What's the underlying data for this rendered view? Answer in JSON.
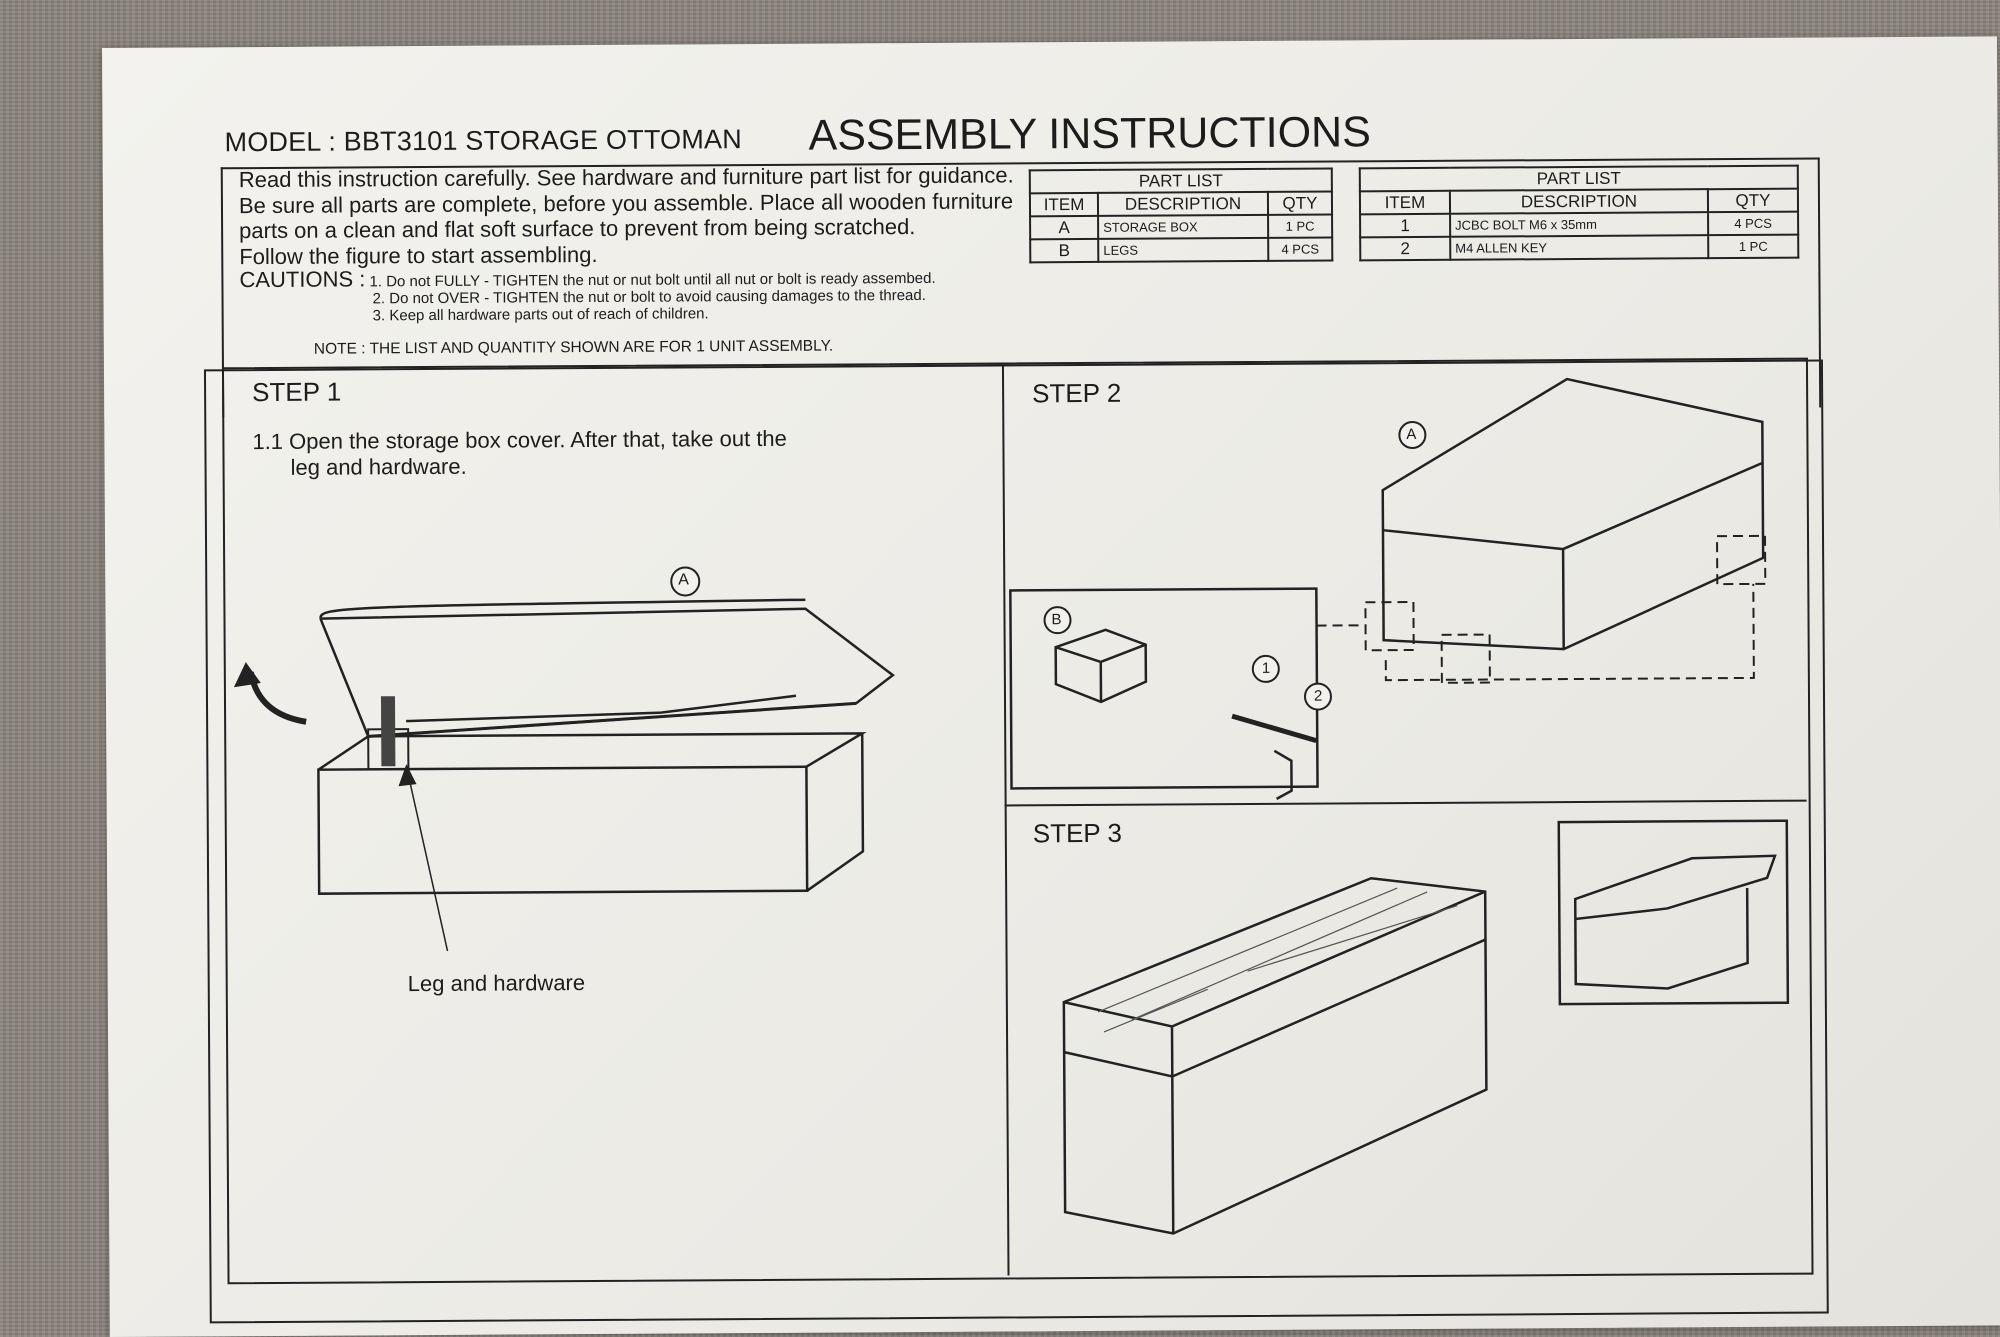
{
  "header": {
    "model": "MODEL : BBT3101 STORAGE OTTOMAN",
    "title": "ASSEMBLY INSTRUCTIONS",
    "intro": [
      "Read this instruction carefully. See hardware and furniture part list for guidance.",
      "Be sure all parts are complete, before you assemble. Place all wooden furniture",
      "parts on a clean and flat soft surface to prevent from being scratched.",
      "Follow the figure to start assembling."
    ],
    "cautions_label": "CAUTIONS :",
    "cautions": [
      "1. Do not FULLY - TIGHTEN the nut or nut bolt until all nut or bolt is ready assembed.",
      "2. Do not OVER - TIGHTEN the nut or bolt to avoid causing damages to the thread.",
      "3. Keep all hardware parts out of reach of children."
    ],
    "note": "NOTE :  THE LIST AND QUANTITY SHOWN ARE FOR 1 UNIT ASSEMBLY."
  },
  "part_list_furniture": {
    "title": "PART LIST",
    "columns": [
      "ITEM",
      "DESCRIPTION",
      "QTY"
    ],
    "rows": [
      [
        "A",
        "STORAGE BOX",
        "1 PC"
      ],
      [
        "B",
        "LEGS",
        "4 PCS"
      ]
    ]
  },
  "part_list_hardware": {
    "title": "PART LIST",
    "columns": [
      "ITEM",
      "DESCRIPTION",
      "QTY"
    ],
    "rows": [
      [
        "1",
        "JCBC BOLT M6 x 35mm",
        "4 PCS"
      ],
      [
        "2",
        "M4 ALLEN KEY",
        "1 PC"
      ]
    ]
  },
  "step1": {
    "title": "STEP 1",
    "text": [
      "1.1 Open the storage box cover. After that, take out the",
      "leg and hardware."
    ],
    "callout": "A",
    "label": "Leg and hardware"
  },
  "step2": {
    "title": "STEP 2",
    "callouts": [
      "A",
      "B",
      "1",
      "2"
    ]
  },
  "step3": {
    "title": "STEP 3"
  }
}
